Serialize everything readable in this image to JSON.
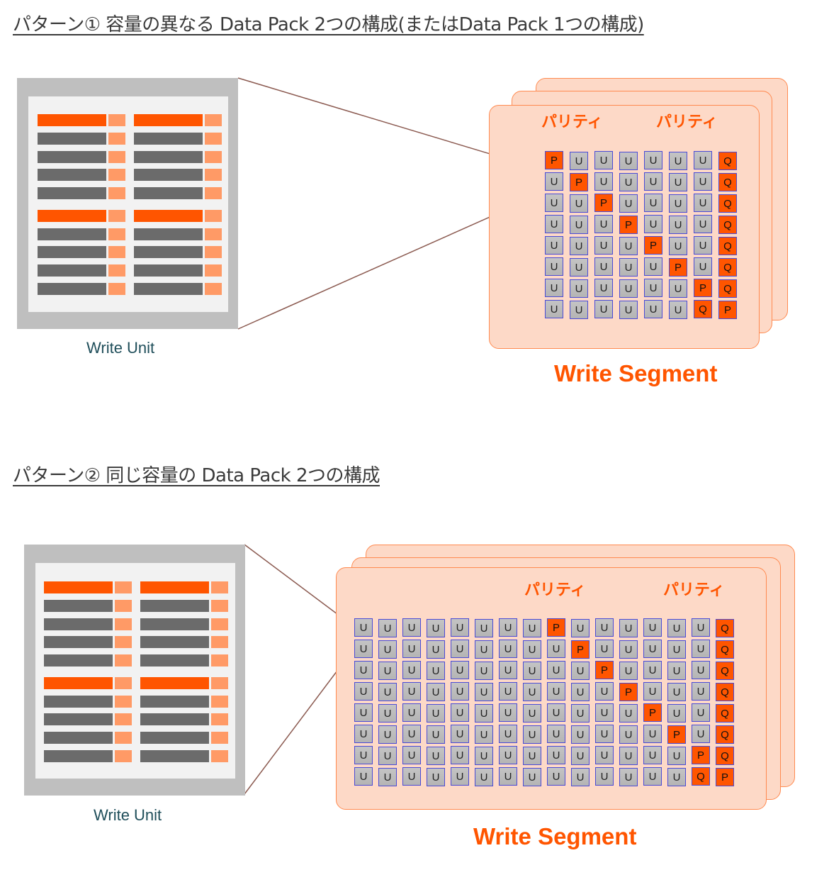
{
  "section1": {
    "heading": "パターン① 容量の異なる Data Pack 2つの構成(またはData Pack 1つの構成)",
    "write_unit_label": "Write Unit",
    "write_segment_label": "Write Segment",
    "parity_label_left": "パリティ",
    "parity_label_right": "パリティ",
    "grid_columns": 8,
    "grid_rows": 8,
    "grid": [
      [
        "P",
        "U",
        "U",
        "U",
        "U",
        "U",
        "U",
        "Q"
      ],
      [
        "U",
        "P",
        "U",
        "U",
        "U",
        "U",
        "U",
        "Q"
      ],
      [
        "U",
        "U",
        "P",
        "U",
        "U",
        "U",
        "U",
        "Q"
      ],
      [
        "U",
        "U",
        "U",
        "P",
        "U",
        "U",
        "U",
        "Q"
      ],
      [
        "U",
        "U",
        "U",
        "U",
        "P",
        "U",
        "U",
        "Q"
      ],
      [
        "U",
        "U",
        "U",
        "U",
        "U",
        "P",
        "U",
        "Q"
      ],
      [
        "U",
        "U",
        "U",
        "U",
        "U",
        "U",
        "P",
        "Q"
      ],
      [
        "U",
        "U",
        "U",
        "U",
        "U",
        "U",
        "Q",
        "P"
      ]
    ]
  },
  "section2": {
    "heading": "パターン② 同じ容量の Data Pack 2つの構成",
    "write_unit_label": "Write Unit",
    "write_segment_label": "Write Segment",
    "parity_label_left": "パリティ",
    "parity_label_right": "パリティ",
    "grid_columns": 16,
    "grid_rows": 8,
    "grid": [
      [
        "U",
        "U",
        "U",
        "U",
        "U",
        "U",
        "U",
        "U",
        "P",
        "U",
        "U",
        "U",
        "U",
        "U",
        "U",
        "Q"
      ],
      [
        "U",
        "U",
        "U",
        "U",
        "U",
        "U",
        "U",
        "U",
        "U",
        "P",
        "U",
        "U",
        "U",
        "U",
        "U",
        "Q"
      ],
      [
        "U",
        "U",
        "U",
        "U",
        "U",
        "U",
        "U",
        "U",
        "U",
        "U",
        "P",
        "U",
        "U",
        "U",
        "U",
        "Q"
      ],
      [
        "U",
        "U",
        "U",
        "U",
        "U",
        "U",
        "U",
        "U",
        "U",
        "U",
        "U",
        "P",
        "U",
        "U",
        "U",
        "Q"
      ],
      [
        "U",
        "U",
        "U",
        "U",
        "U",
        "U",
        "U",
        "U",
        "U",
        "U",
        "U",
        "U",
        "P",
        "U",
        "U",
        "Q"
      ],
      [
        "U",
        "U",
        "U",
        "U",
        "U",
        "U",
        "U",
        "U",
        "U",
        "U",
        "U",
        "U",
        "U",
        "P",
        "U",
        "Q"
      ],
      [
        "U",
        "U",
        "U",
        "U",
        "U",
        "U",
        "U",
        "U",
        "U",
        "U",
        "U",
        "U",
        "U",
        "U",
        "P",
        "Q"
      ],
      [
        "U",
        "U",
        "U",
        "U",
        "U",
        "U",
        "U",
        "U",
        "U",
        "U",
        "U",
        "U",
        "U",
        "U",
        "Q",
        "P"
      ]
    ]
  },
  "colors": {
    "accent": "#ff5500",
    "segment_fill": "#fdd9c7",
    "segment_border": "#ff8a50",
    "data_block": "#6b6b6b",
    "parity_tail": "#ff9a66",
    "cell_border": "#4a4ad6"
  }
}
